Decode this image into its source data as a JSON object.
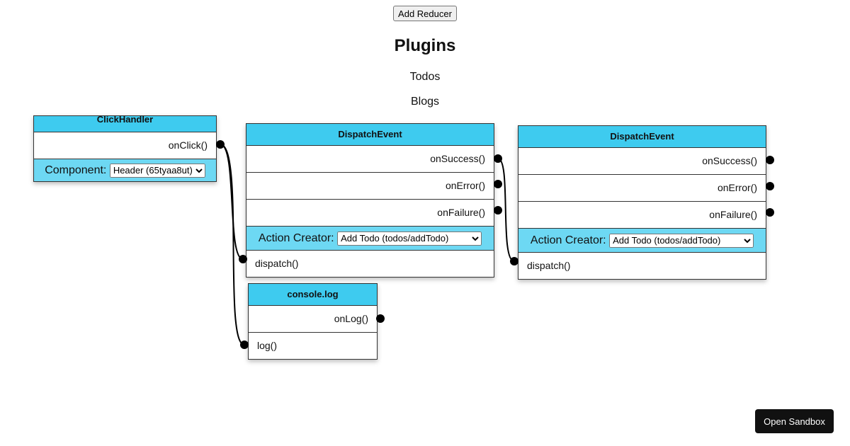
{
  "toolbar": {
    "add_reducer": "Add Reducer",
    "open_sandbox": "Open Sandbox"
  },
  "heading": "Plugins",
  "reducers": [
    "Todos",
    "Blogs"
  ],
  "colors": {
    "header": "#3ecbef",
    "selector_row": "#6dd8f3"
  },
  "nodes": {
    "click": {
      "title": "ClickHandler",
      "output": "onClick()",
      "selector_label": "Component:",
      "selector_value": "Header (65tyaa8ut)"
    },
    "dispatch1": {
      "title": "DispatchEvent",
      "outputs": [
        "onSuccess()",
        "onError()",
        "onFailure()"
      ],
      "selector_label": "Action Creator:",
      "selector_value": "Add Todo (todos/addTodo)",
      "input": "dispatch()"
    },
    "dispatch2": {
      "title": "DispatchEvent",
      "outputs": [
        "onSuccess()",
        "onError()",
        "onFailure()"
      ],
      "selector_label": "Action Creator:",
      "selector_value": "Add Todo (todos/addTodo)",
      "input": "dispatch()"
    },
    "log": {
      "title": "console.log",
      "output": "onLog()",
      "input": "log()"
    }
  }
}
